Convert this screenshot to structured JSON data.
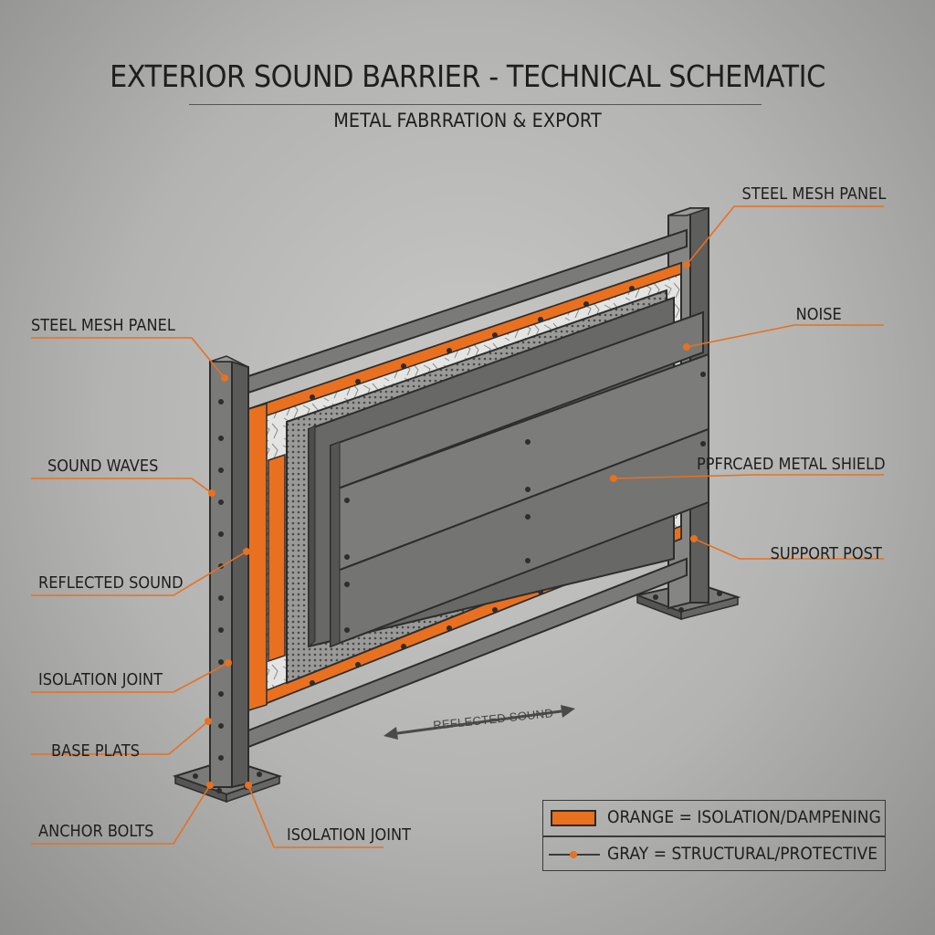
{
  "title": "EXTERIOR SOUND BARRIER - TECHNICAL SCHEMATIC",
  "subtitle": "METAL FABRRATION & EXPORT",
  "colors": {
    "isolation": "#e8701f",
    "structural": "#6b6b6b",
    "leader": "#e8701f",
    "background": "#bdbdbb"
  },
  "callouts": {
    "left": [
      "STEEL MESH PANEL",
      "SOUND WAVES",
      "REFLECTED SOUND",
      "ISOLATION JOINT",
      "BASE PLATS",
      "ANCHOR BOLTS"
    ],
    "bottom": "ISOLATION JOINT",
    "right": [
      "STEEL MESH PANEL",
      "NOISE",
      "PPFRCAED METAL SHIELD",
      "SUPPORT POST"
    ]
  },
  "ground_annotation": "REFLECTED SOUND",
  "legend": [
    {
      "swatch": "orange-box",
      "text": "ORANGE = ISOLATION/DAMPENING"
    },
    {
      "swatch": "gray-line-dot",
      "text": "GRAY = STRUCTURAL/PROTECTIVE"
    }
  ]
}
